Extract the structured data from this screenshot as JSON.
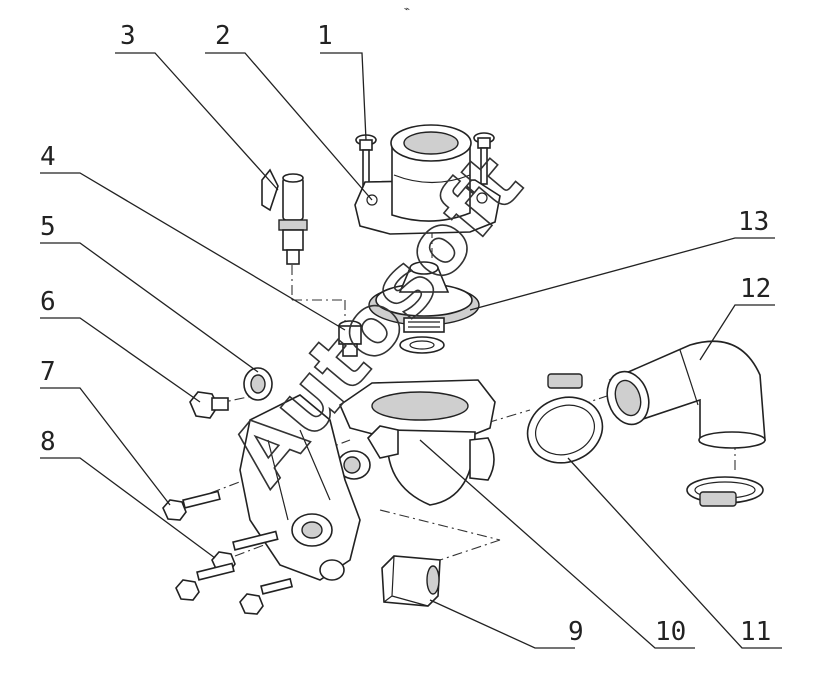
{
  "header_mark": "⌁",
  "watermark": "Autosoft",
  "callouts": [
    "1",
    "2",
    "3",
    "4",
    "5",
    "6",
    "7",
    "8",
    "9",
    "10",
    "11",
    "12",
    "13"
  ]
}
